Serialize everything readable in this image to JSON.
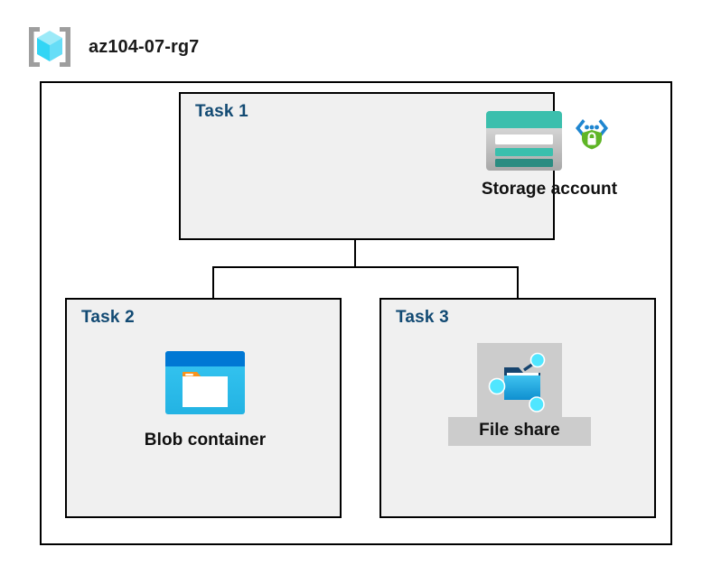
{
  "header": {
    "icon": "resource-group-icon",
    "title": "az104-07-rg7"
  },
  "diagram": {
    "container_name": "resource-group-container",
    "tasks": [
      {
        "label": "Task 1",
        "node_caption": "Storage account",
        "icons": [
          "storage-account-icon",
          "private-endpoint-shield-icon"
        ],
        "highlighted": false
      },
      {
        "label": "Task 2",
        "node_caption": "Blob container",
        "icons": [
          "blob-container-icon"
        ],
        "highlighted": false
      },
      {
        "label": "Task 3",
        "node_caption": "File share",
        "icons": [
          "file-share-icon"
        ],
        "highlighted": true
      }
    ],
    "connectors": [
      {
        "name": "storage-to-bus-stem",
        "orientation": "vertical"
      },
      {
        "name": "distribution-bus",
        "orientation": "horizontal"
      },
      {
        "name": "bus-to-blob-container-drop",
        "orientation": "vertical"
      },
      {
        "name": "bus-to-file-share-drop",
        "orientation": "vertical"
      }
    ]
  },
  "colors": {
    "task_label": "#124a73",
    "box_fill": "#f0f0f0",
    "box_border": "#000000",
    "canvas": "#ffffff",
    "highlight": "#cccccc",
    "storage_teal": "#3bbfad",
    "storage_teal_dark": "#2b8c81",
    "blob_blue": "#0078d4",
    "blob_cyan": "#32c5f0",
    "blob_orange": "#f7941e",
    "fileshare_blue": "#1ea2db",
    "node_cyan": "#50e6ff",
    "shield_green": "#5fb526",
    "bracket_gray": "#9e9e9e",
    "cube_cyan": "#32d5f5"
  }
}
